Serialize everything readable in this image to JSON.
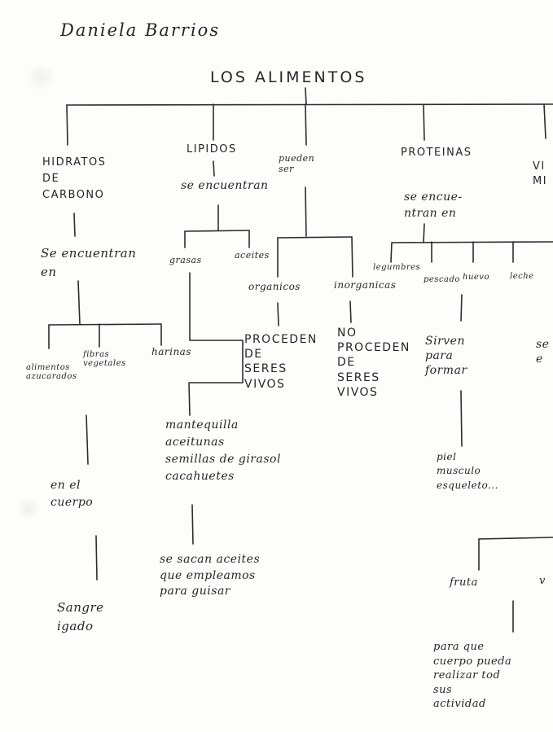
{
  "signature": "Daniela Barrios",
  "title": "LOS ALIMENTOS",
  "hidratos": {
    "heading": "HIDRATOS\nDE\nCARBONO",
    "found_in": "Se encuentran\nen",
    "items": [
      "alimentos\nazucarados",
      "fibras\nvegetales",
      "harinas"
    ],
    "body": "en el\ncuerpo",
    "result": "Sangre\nigado"
  },
  "lipidos": {
    "heading": "LIPIDOS",
    "found_in": "se encuentran",
    "items": [
      "grasas",
      "aceites"
    ],
    "foods": "mantequilla\naceitunas\nsemillas de girasol\ncacahuetes",
    "use": "se sacan aceites\nque empleamos\npara guisar"
  },
  "pueden_ser": {
    "label": "pueden\nser",
    "organicos": "organicos",
    "inorganicas": "inorganicas",
    "organicos_desc": "PROCEDEN\nDE\nSERES\nVIVOS",
    "inorganicas_desc": "NO\nPROCEDEN\nDE\nSERES\nVIVOS"
  },
  "proteinas": {
    "heading": "PROTEINAS",
    "found_in": "se encue-\nntran en",
    "items": [
      "legumbres",
      "pescado",
      "huevo",
      "leche"
    ],
    "serve": "Sirven\npara\nformar",
    "builds": "piel\nmusculo\nesqueleto..."
  },
  "vitaminas": {
    "heading": "VI\nMI",
    "partial": "se\ne"
  },
  "bottom_right": {
    "fruta": "fruta",
    "partial": "v",
    "purpose": "para que\ncuerpo pueda\nrealizar tod\nsus\nactividad"
  }
}
